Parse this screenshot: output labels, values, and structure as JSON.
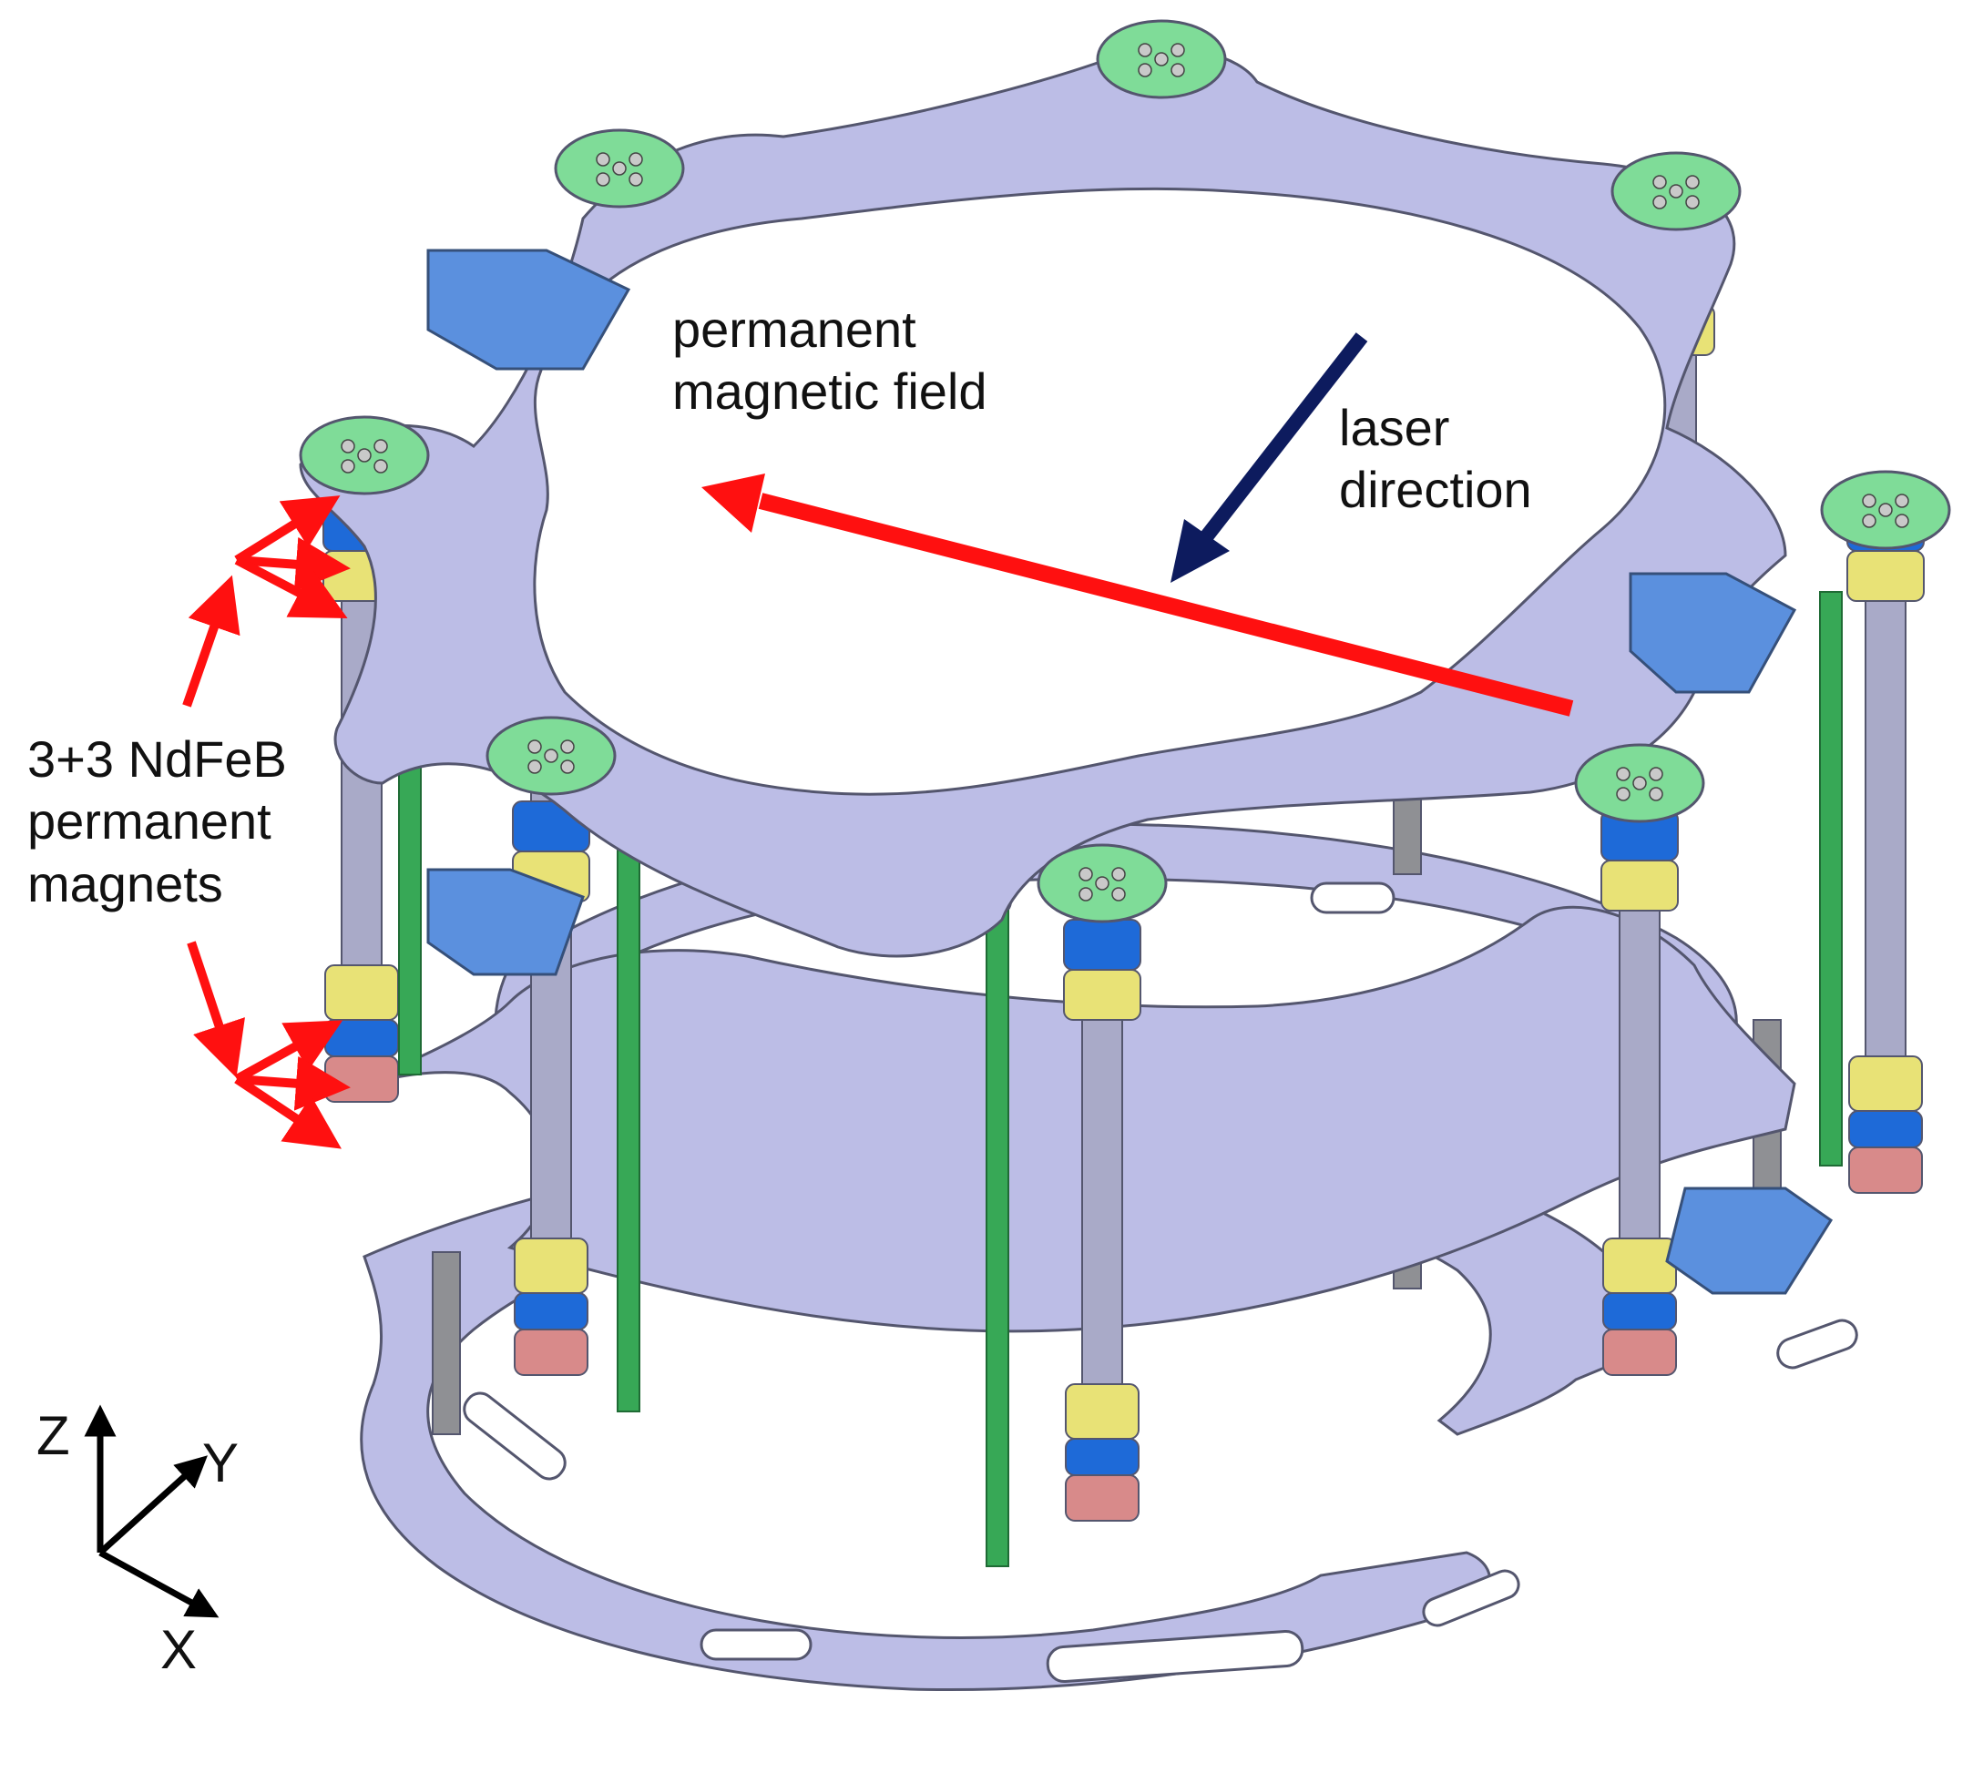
{
  "labels": {
    "field_line1": "permanent",
    "field_line2": "magnetic field",
    "laser_line1": "laser",
    "laser_line2": "direction",
    "magnets_line1": "3+3 NdFeB",
    "magnets_line2": "permanent",
    "magnets_line3": "magnets"
  },
  "axes": {
    "z": "Z",
    "y": "Y",
    "x": "X"
  },
  "colors": {
    "plate": "#bcbde6",
    "plate_edge": "#54566e",
    "magnet_blue": "#1e6ad8",
    "magnet_yellow": "#e8e276",
    "holder_green": "#7fdc98",
    "rod_green": "#37a856",
    "post_grey": "#8f9094",
    "block_blue": "#5b90de",
    "base_red": "#d88a8a",
    "field_arrow": "#ff1010",
    "laser_arrow": "#0d1b5e",
    "annotation_arrow": "#ff1010"
  }
}
